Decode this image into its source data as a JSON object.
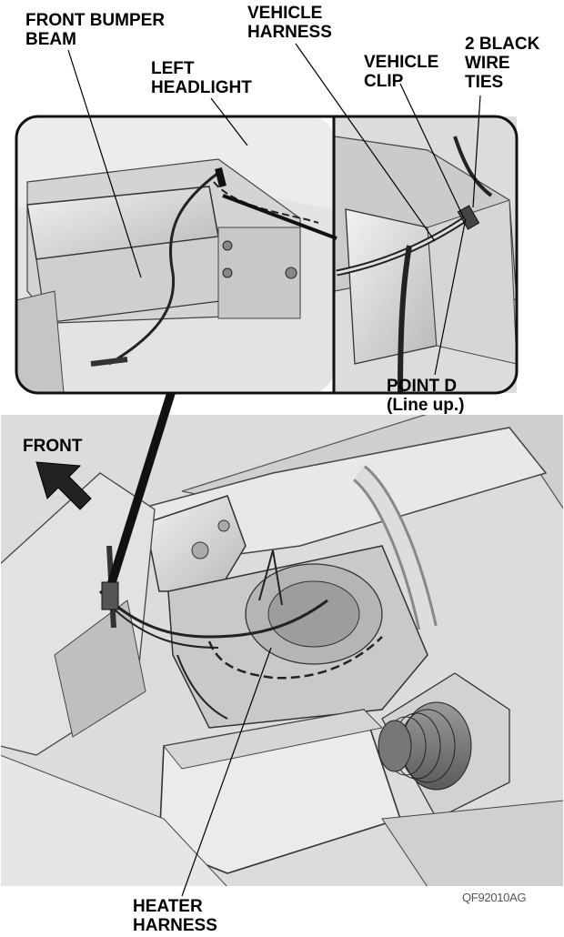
{
  "labels": {
    "front_bumper_beam": "FRONT BUMPER\nBEAM",
    "left_headlight": "LEFT\nHEADLIGHT",
    "vehicle_harness": "VEHICLE\nHARNESS",
    "vehicle_clip": "VEHICLE\nCLIP",
    "black_wire_ties": "2 BLACK\nWIRE\nTIES",
    "point_d": "POINT D\n(Line up.)",
    "front": "FRONT",
    "heater_harness": "HEATER\nHARNESS"
  },
  "figure_code": "QF92010AG"
}
